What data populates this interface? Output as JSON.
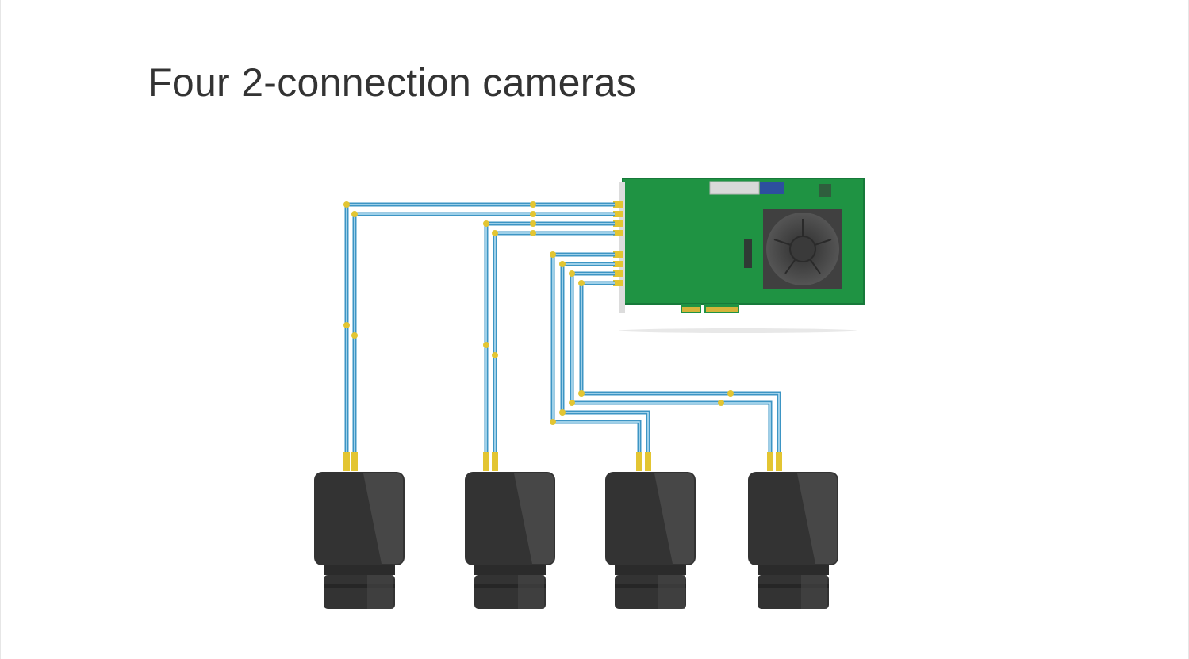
{
  "title": "Four 2-connection cameras",
  "colors": {
    "cable": "#3d95c4",
    "cable_highlight": "#bfe3f5",
    "connector": "#e3c532",
    "board_green": "#1f9343",
    "board_dark": "#17793a",
    "camera_body": "#333333",
    "camera_shade": "#474747",
    "background": "#ffffff"
  },
  "diagram": {
    "board": {
      "name": "frame-grabber-card",
      "connector_count": 8
    },
    "cameras": [
      {
        "id": "camera-1",
        "connections": 2
      },
      {
        "id": "camera-2",
        "connections": 2
      },
      {
        "id": "camera-3",
        "connections": 2
      },
      {
        "id": "camera-4",
        "connections": 2
      }
    ]
  }
}
